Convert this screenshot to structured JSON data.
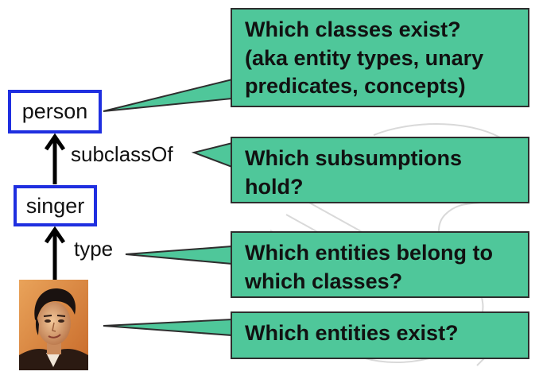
{
  "nodes": {
    "person": "person",
    "singer": "singer"
  },
  "edges": {
    "subclass_label": "subclassOf",
    "type_label": "type"
  },
  "callouts": {
    "classes": {
      "lines": [
        "Which classes exist?",
        "(aka entity types, unary",
        "predicates, concepts)"
      ]
    },
    "subsumptions": {
      "lines": [
        "Which subsumptions hold?"
      ]
    },
    "entities_classes": {
      "lines": [
        "Which entities belong to",
        "which classes?"
      ]
    },
    "entities_exist": {
      "lines": [
        "Which entities exist?"
      ]
    }
  },
  "colors": {
    "callout_fill": "#4fc79a",
    "callout_border": "#2e2e2e",
    "node_border": "#1f2fe0",
    "arrow": "#000000"
  },
  "photo": {
    "icon": "person-portrait-photo"
  }
}
